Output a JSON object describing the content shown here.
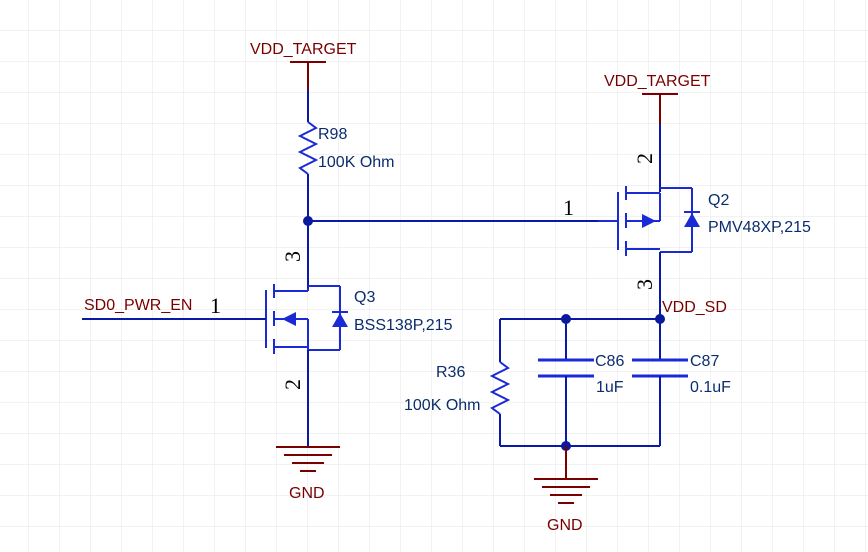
{
  "colors": {
    "wire": "#0a1aa8",
    "power": "#7a0000",
    "component": "#1a2bd6",
    "text_blue": "#0b2d6e",
    "text_red": "#7a0000",
    "pin_text": "#000000",
    "junction": "#0a1a9a",
    "grid": "#e6e6e6"
  },
  "nets": {
    "vdd_target_left": "VDD_TARGET",
    "vdd_target_right": "VDD_TARGET",
    "gnd_left": "GND",
    "gnd_right": "GND",
    "sd0_pwr_en": "SD0_PWR_EN",
    "vdd_sd": "VDD_SD"
  },
  "components": {
    "r98": {
      "ref": "R98",
      "value": "100K Ohm"
    },
    "r36": {
      "ref": "R36",
      "value": "100K Ohm"
    },
    "q2": {
      "ref": "Q2",
      "part": "PMV48XP,215",
      "pin_gate": "1",
      "pin_source": "2",
      "pin_drain": "3"
    },
    "q3": {
      "ref": "Q3",
      "part": "BSS138P,215",
      "pin_gate": "1",
      "pin_drain": "3",
      "pin_source": "2"
    },
    "c86": {
      "ref": "C86",
      "value": "1uF"
    },
    "c87": {
      "ref": "C87",
      "value": "0.1uF"
    }
  }
}
